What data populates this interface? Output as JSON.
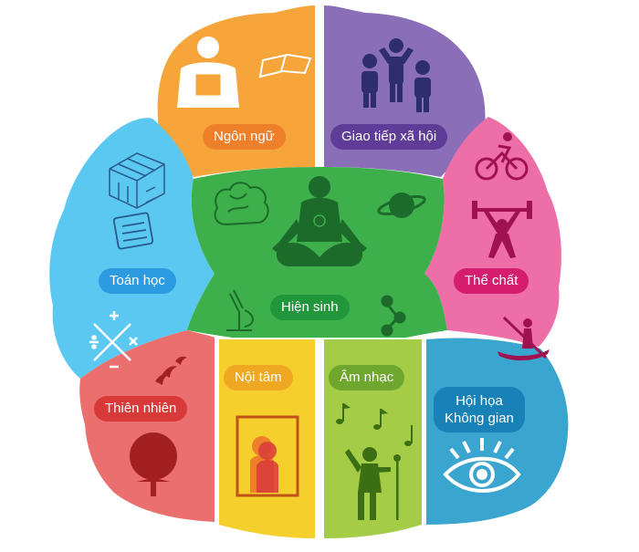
{
  "regions": [
    {
      "key": "language",
      "label": "Ngôn ngữ",
      "color": "#f5a53a",
      "pill": "#ee7f2b",
      "icons": [
        "reading-person-icon",
        "open-book-icon"
      ]
    },
    {
      "key": "social",
      "label": "Giao tiếp xã hội",
      "color": "#8a6fb8",
      "pill": "#5e3c97",
      "icons": [
        "group-people-icon"
      ]
    },
    {
      "key": "math",
      "label": "Toán học",
      "color": "#5bc8f2",
      "pill": "#2d9be0",
      "icons": [
        "rubik-cube-icon",
        "calculator-icon",
        "math-operators-icon"
      ]
    },
    {
      "key": "physical",
      "label": "Thể chất",
      "color": "#ee6fa8",
      "pill": "#d41d6f",
      "icons": [
        "cyclist-icon",
        "weightlifter-icon",
        "kayaker-icon"
      ]
    },
    {
      "key": "existential",
      "label": "Hiện sinh",
      "color": "#3db04c",
      "pill": "#21963a",
      "icons": [
        "brain-icon",
        "meditating-person-icon",
        "planet-icon",
        "microscope-icon",
        "molecule-icon"
      ]
    },
    {
      "key": "nature",
      "label": "Thiên nhiên",
      "color": "#ec6f6f",
      "pill": "#d83a3a",
      "icons": [
        "birds-icon",
        "tree-icon"
      ]
    },
    {
      "key": "intrapersonal",
      "label": "Nội tâm",
      "color": "#f5d02c",
      "pill": "#f0a823",
      "icons": [
        "mirror-self-icon"
      ]
    },
    {
      "key": "music",
      "label": "Âm nhạc",
      "color": "#a4cc46",
      "pill": "#6fa62e",
      "icons": [
        "music-note-icon",
        "singer-icon"
      ]
    },
    {
      "key": "spatial",
      "label_lines": [
        "Hội họa",
        "Không gian"
      ],
      "color": "#3aa6cf",
      "pill": "#1781b8",
      "icons": [
        "eye-icon"
      ]
    }
  ]
}
